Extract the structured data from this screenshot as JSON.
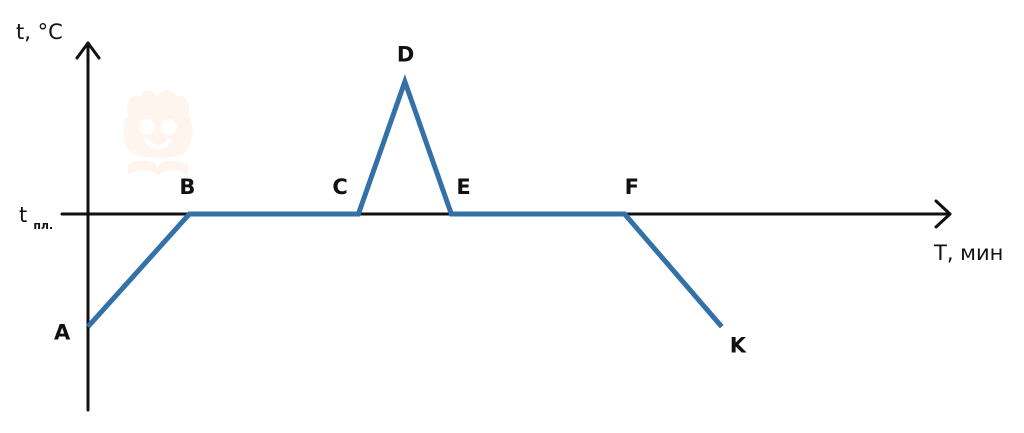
{
  "chart_data": {
    "type": "line",
    "ylabel": "t, °C",
    "xlabel": "T, мин",
    "ytick": {
      "main": "t",
      "sub": "пл.",
      "value": 0
    },
    "series": [
      {
        "points": [
          {
            "label": "A",
            "x": 0,
            "y": -1.15
          },
          {
            "label": "B",
            "x": 1.2,
            "y": 0
          },
          {
            "label": "C",
            "x": 3.2,
            "y": 0
          },
          {
            "label": "D",
            "x": 3.75,
            "y": 1.35
          },
          {
            "label": "E",
            "x": 4.3,
            "y": 0
          },
          {
            "label": "F",
            "x": 6.35,
            "y": 0
          },
          {
            "label": "K",
            "x": 7.5,
            "y": -1.15
          }
        ]
      }
    ],
    "colors": {
      "series": "#3571a9",
      "axis": "#111111",
      "watermark": "#f2b27a"
    },
    "watermark_icon": "bear-book-logo-icon",
    "grid": false
  }
}
